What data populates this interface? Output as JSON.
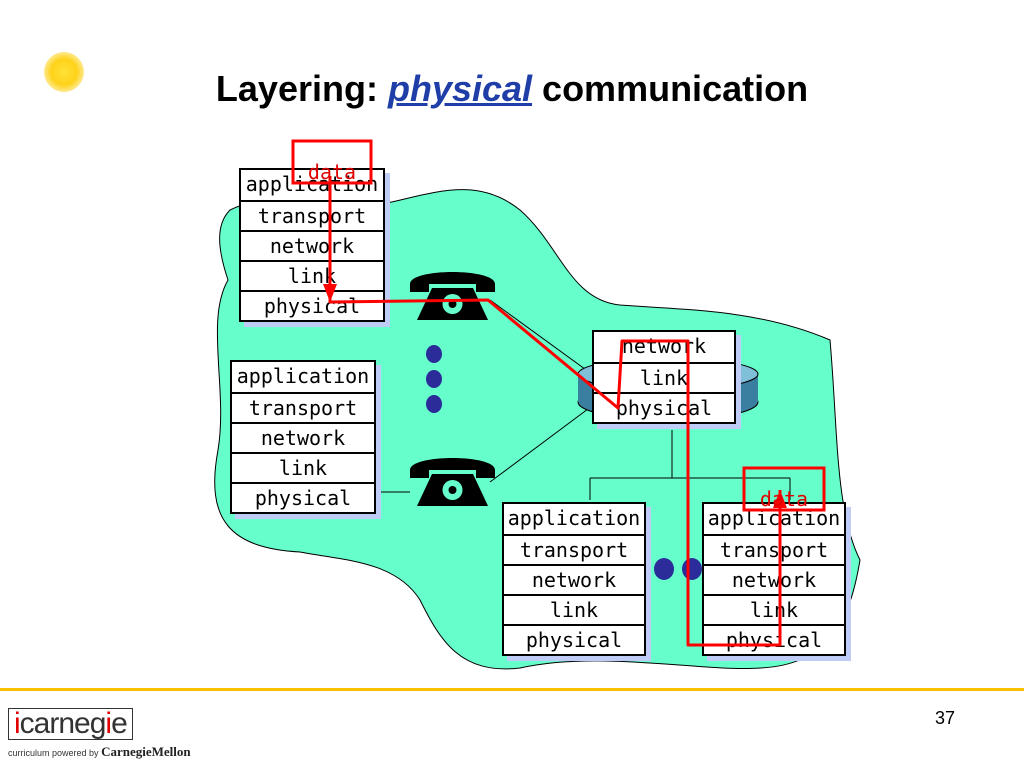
{
  "title": {
    "prefix": "Layering: ",
    "highlight": "physical",
    "suffix": " communication"
  },
  "stacks": {
    "top_left": [
      "application",
      "transport",
      "network",
      "link",
      "physical"
    ],
    "mid_left": [
      "application",
      "transport",
      "network",
      "link",
      "physical"
    ],
    "router": [
      "network",
      "link",
      "physical"
    ],
    "bottom_mid": [
      "application",
      "transport",
      "network",
      "link",
      "physical"
    ],
    "bottom_right": [
      "application",
      "transport",
      "network",
      "link",
      "physical"
    ]
  },
  "data_labels": {
    "source": "data",
    "destination": "data"
  },
  "colors": {
    "network_cloud": "#66ffcc",
    "data_path": "#ff0000",
    "dots": "#2b2b9a",
    "footer_rule": "#ffc000"
  },
  "footer": {
    "logo_prefix": "i",
    "logo_name_start": "carneg",
    "logo_highlight": "i",
    "logo_name_end": "e",
    "logo_tagline": "curriculum powered by",
    "logo_partner": "CarnegieMellon",
    "page_number": "37"
  }
}
